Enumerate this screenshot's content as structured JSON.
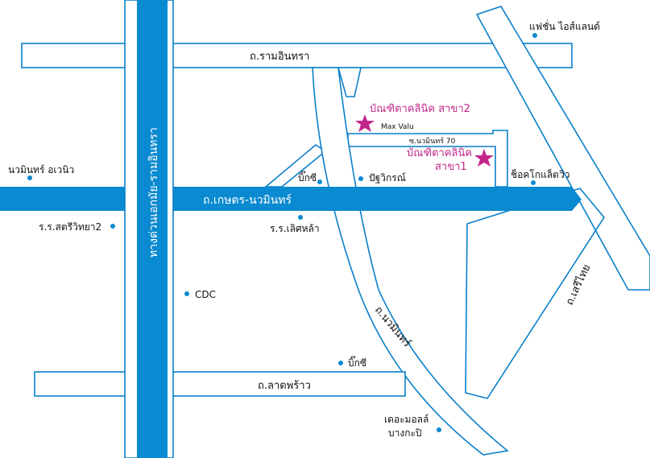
{
  "map": {
    "colors": {
      "road_outline": "#0a7fc9",
      "main_road": "#0a8ad0",
      "poi_dot": "#0a8ad0",
      "clinic_star": "#c2268a",
      "clinic_text": "#c2268a"
    },
    "roads": {
      "ramintra": "ถ.รามอินทรา",
      "expressway": "ทางด่วนเอกมัย-รามอินทรา",
      "kaset_nawamin": "ถ.เกษตร-นวมินทร์",
      "nawamin": "ถ.นวมินทร์",
      "serithai": "ถ.เสรีไทย",
      "ladprao": "ถ.ลาดพร้าว",
      "soi_nawamin_70": "ซ.นวมินทร์ 70"
    },
    "pois": {
      "fashion_island": "แฟชั่น ไอส์แลนด์",
      "nawamin_avenue": "นวมินทร์ อเวนิว",
      "bigc_1": "บิ๊กซี",
      "pattaworn": "ปัฐวิกรณ์",
      "chocolate_ville": "ช็อคโกแล็ตวิว",
      "school_sutthi": "ร.ร.สตรีวิทยา2",
      "school_lertla": "ร.ร.เลิศหล้า",
      "cdc": "CDC",
      "bigc_2": "บิ๊กซี",
      "the_mall_line1": "เดอะมอลล์",
      "the_mall_line2": "บางกะปิ",
      "max_value": "Max Valu"
    },
    "clinics": {
      "branch2": "บัณฑิตาคลินิค สาขา2",
      "branch1_line1": "บัณฑิตาคลินิค",
      "branch1_line2": "สาขา1"
    }
  }
}
